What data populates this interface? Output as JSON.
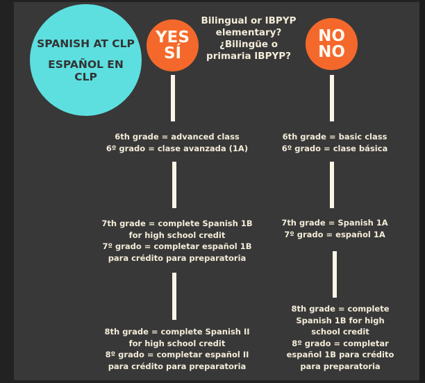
{
  "title_circle": {
    "line1": "SPANISH AT CLP",
    "line2a": "ESPAÑOL EN",
    "line2b": "CLP",
    "color": "#5ddfe0"
  },
  "question": {
    "l1": "Bilingual or IBPYP",
    "l2": "elementary?",
    "l3": "¿Bilingüe o",
    "l4": "primaria IBPYP?"
  },
  "yes_branch": {
    "badge_l1": "YES",
    "badge_l2": "SÍ",
    "badge_color": "#f4682c",
    "steps": [
      {
        "l1": "6th grade =  advanced class",
        "l2": "6º  grado = clase avanzada (1A)"
      },
      {
        "l1": "7th grade = complete Spanish 1B",
        "l2": "for high school credit",
        "l3": "7º grado = completar español 1B",
        "l4": "para crédito para preparatoria"
      },
      {
        "l1": "8th grade = complete Spanish II",
        "l2": "for high school credit",
        "l3": "8º grado = completar español II",
        "l4": "para crédito para preparatoria"
      }
    ]
  },
  "no_branch": {
    "badge_l1": "NO",
    "badge_l2": "NO",
    "badge_color": "#f4682c",
    "steps": [
      {
        "l1": "6th grade =  basic class",
        "l2": "6º  grado  = clase básica"
      },
      {
        "l1": "7th grade = Spanish 1A",
        "l2": "7º grado = español 1A"
      },
      {
        "l1": "8th grade = complete",
        "l2": "Spanish 1B for high",
        "l3": "school credit",
        "l4": "8º grado = completar",
        "l5": "español 1B para crédito",
        "l6": "para preparatoria"
      }
    ]
  }
}
